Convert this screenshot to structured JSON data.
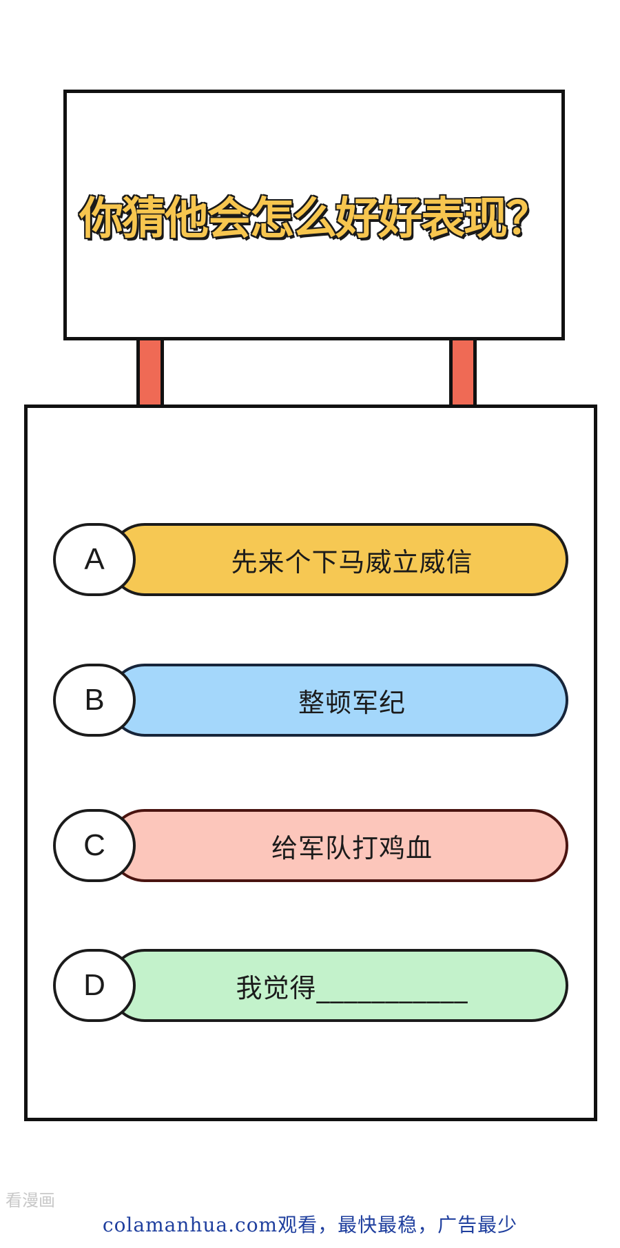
{
  "question": {
    "title": "你猜他会怎么好好表现？"
  },
  "options": [
    {
      "letter": "A",
      "text": "先来个下马威立威信",
      "color": "#f6c853"
    },
    {
      "letter": "B",
      "text": "整顿军纪",
      "color": "#a4d7fb"
    },
    {
      "letter": "C",
      "text": "给军队打鸡血",
      "color": "#fcc6bb"
    },
    {
      "letter": "D",
      "text": "我觉得___________",
      "color": "#c3f2cb"
    }
  ],
  "watermark": "看漫画",
  "footer": "colamanhua.com观看，最快最稳，广告最少",
  "colors": {
    "title_fill": "#f7c64f",
    "post": "#ef6a55",
    "footer_text": "#1f3f9e"
  }
}
